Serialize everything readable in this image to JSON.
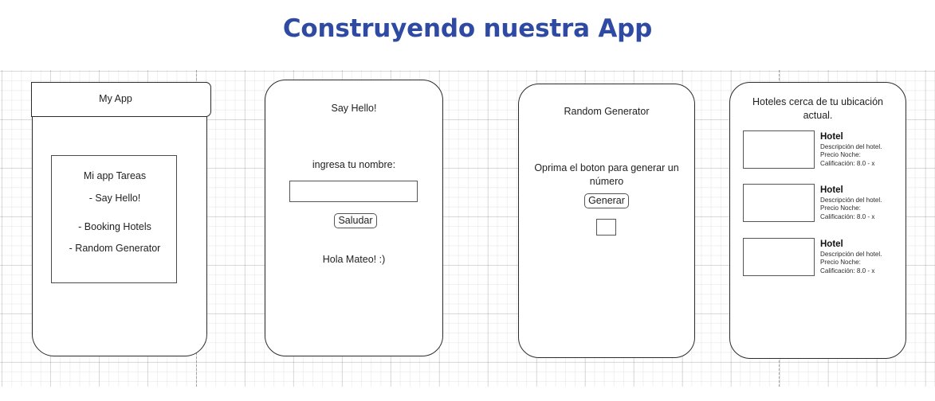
{
  "page": {
    "title": "Construyendo nuestra App",
    "title_color": "#2f4aa3"
  },
  "screens": [
    {
      "id": "tasks",
      "header_label": "My App",
      "card": {
        "heading": "Mi app Tareas",
        "items": [
          "- Say Hello!",
          "- Booking Hotels",
          "- Random Generator"
        ]
      }
    },
    {
      "id": "hello",
      "title": "Say Hello!",
      "input_label": "ingresa tu nombre:",
      "input_value": "",
      "input_placeholder": "",
      "button_label": "Saludar",
      "result_text": "Hola Mateo! :)"
    },
    {
      "id": "random",
      "title": "Random Generator",
      "instruction": "Oprima el boton para generar un número",
      "button_label": "Generar",
      "result_value": ""
    },
    {
      "id": "hotels",
      "title": "Hoteles cerca de tu ubicación actual.",
      "hotels": [
        {
          "name": "Hotel",
          "description": "Descripción del hotel.",
          "price": "Precio Noche:",
          "rating": "Calificación: 8.0 - x"
        },
        {
          "name": "Hotel",
          "description": "Descripción del hotel.",
          "price": "Precio Noche:",
          "rating": "Calificación: 8.0 - x"
        },
        {
          "name": "Hotel",
          "description": "Descripción del hotel.",
          "price": "Precio Noche:",
          "rating": "Calificación: 8.0 - x"
        }
      ]
    }
  ]
}
